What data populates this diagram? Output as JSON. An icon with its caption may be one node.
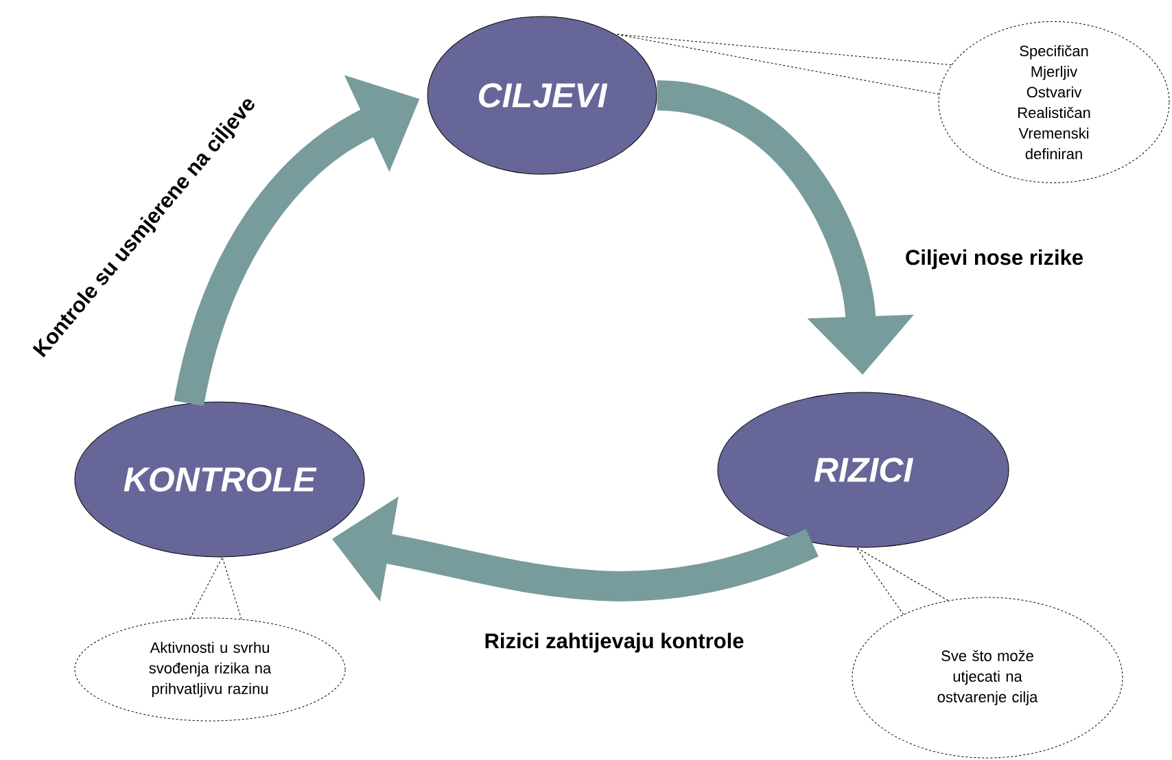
{
  "diagram": {
    "nodes": [
      {
        "text": [
          "CILJEVI"
        ]
      },
      {
        "text": [
          "Specifičan",
          "Mjerljiv",
          "Ostvariv",
          "Realističan",
          "Vremenski",
          "definiran"
        ]
      },
      {
        "text": [
          "RIZICI"
        ]
      },
      {
        "text": [
          "Sve što može utjecati na ostvarenje cilja"
        ]
      },
      {
        "text": [
          "KONTROLE"
        ]
      },
      {
        "text": [
          "Aktivnosti u svrhu svođenja rizika na prihvatljivu razinu"
        ]
      }
    ],
    "edges": [
      {
        "from": 0,
        "to": 2,
        "arrow": "to",
        "label": "Ciljevi nose rizike",
        "style": "thick"
      },
      {
        "from": 2,
        "to": 4,
        "arrow": "to",
        "label": "Rizici zahtijevaju kontrole",
        "style": "thick"
      },
      {
        "from": 4,
        "to": 0,
        "arrow": "to",
        "label": "Kontrole su usmjerene na ciljeve",
        "style": "thick"
      },
      {
        "from": 1,
        "to": 0,
        "arrow": "none",
        "style": "dashed",
        "color": "#000000"
      },
      {
        "from": 3,
        "to": 2,
        "arrow": "none",
        "style": "dashed",
        "color": "#000000"
      },
      {
        "from": 5,
        "to": 4,
        "arrow": "none",
        "style": "dashed",
        "color": "#000000"
      }
    ]
  }
}
